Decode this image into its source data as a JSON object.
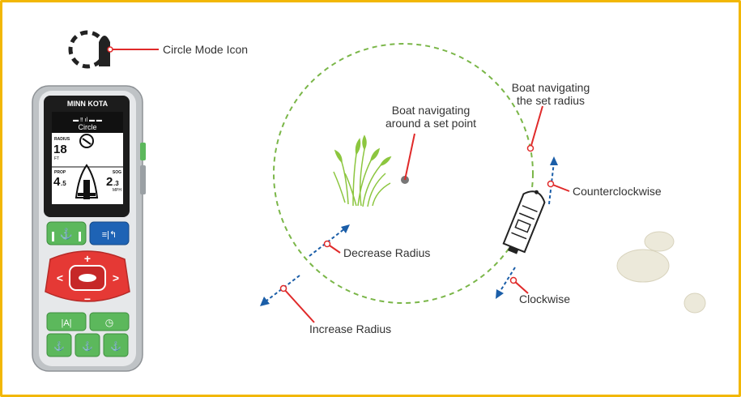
{
  "labels": {
    "circle_mode_icon": "Circle Mode Icon",
    "boat_set_point_line1": "Boat navigating",
    "boat_set_point_line2": "around a set point",
    "boat_set_radius_line1": "Boat navigating",
    "boat_set_radius_line2": "the set radius",
    "counterclockwise": "Counterclockwise",
    "decrease_radius": "Decrease Radius",
    "clockwise": "Clockwise",
    "increase_radius": "Increase Radius"
  },
  "remote": {
    "brand": "MINN KOTA",
    "mode": "Circle",
    "radius_label": "RADIUS",
    "radius_value": "18",
    "radius_unit": "FT",
    "prop_label": "PROP",
    "prop_value_int": "4",
    "prop_value_dec": ".5",
    "sog_label": "SOG",
    "sog_value_int": "2",
    "sog_value_dec": ".3",
    "sog_unit": "MPH",
    "plus": "+",
    "minus": "−",
    "left": "<",
    "right": ">"
  },
  "colors": {
    "frame": "#f2b705",
    "circle_path": "#7ab648",
    "callout": "#e02a2a",
    "arrow": "#1b5ea8",
    "remote_green": "#5cb85c",
    "remote_red": "#e53935",
    "remote_blue": "#1e63b5"
  }
}
